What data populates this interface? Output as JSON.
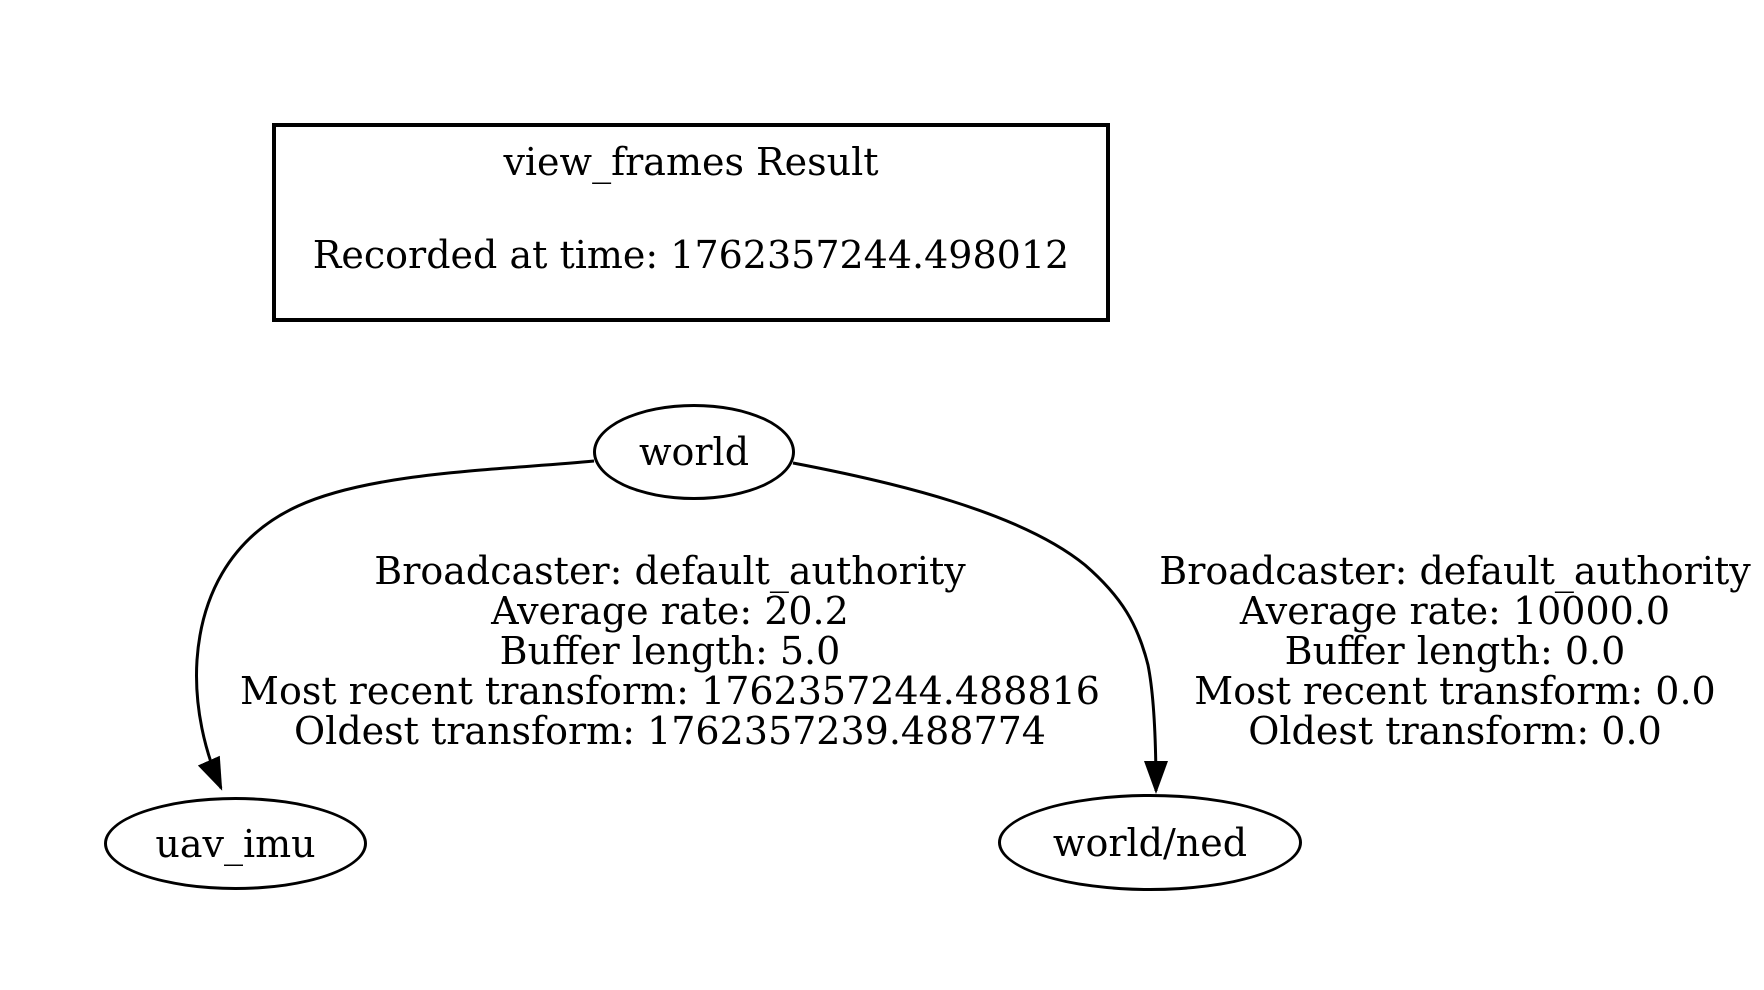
{
  "colors": {
    "ink": "#000000",
    "background": "#ffffff"
  },
  "result_box": {
    "title": "view_frames Result",
    "recorded_at": "Recorded at time: 1762357244.498012"
  },
  "nodes": [
    {
      "id": "world",
      "label": "world"
    },
    {
      "id": "uav_imu",
      "label": "uav_imu"
    },
    {
      "id": "world/ned",
      "label": "world/ned"
    }
  ],
  "edges": [
    {
      "from": "world",
      "to": "uav_imu",
      "label_lines": [
        "Broadcaster: default_authority",
        "Average rate: 20.2",
        "Buffer length: 5.0",
        "Most recent transform: 1762357244.488816",
        "Oldest transform: 1762357239.488774"
      ]
    },
    {
      "from": "world",
      "to": "world/ned",
      "label_lines": [
        "Broadcaster: default_authority",
        "Average rate: 10000.0",
        "Buffer length: 0.0",
        "Most recent transform: 0.0",
        "Oldest transform: 0.0"
      ]
    }
  ]
}
